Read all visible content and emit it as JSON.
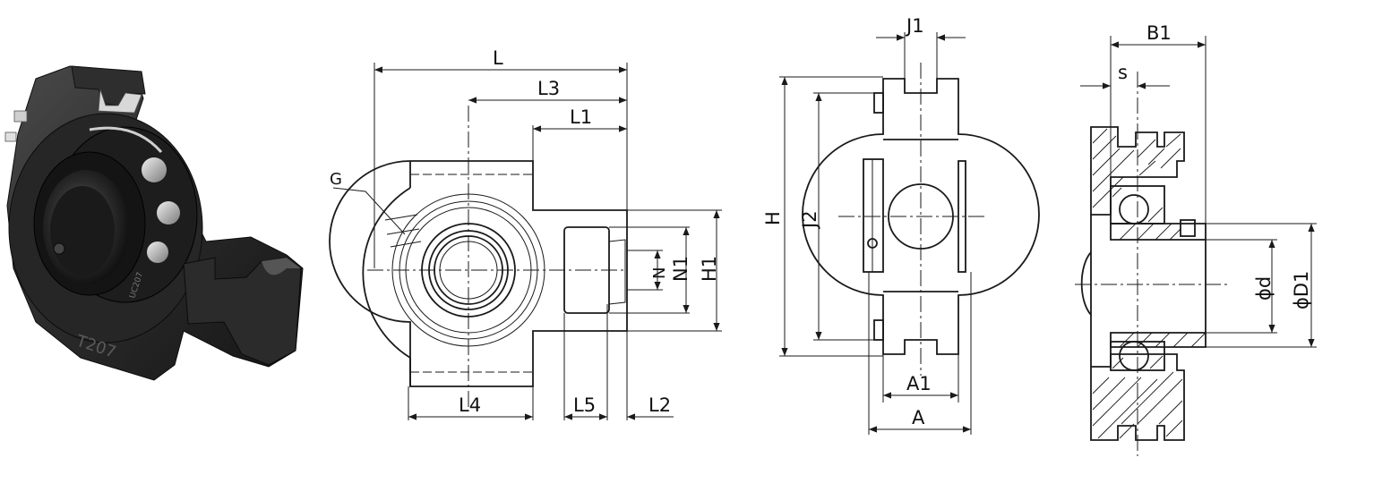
{
  "views": {
    "photo": {
      "housing_marking": "T207",
      "insert_marking": "UC207"
    },
    "front": {
      "L": "L",
      "L1": "L1",
      "L2": "L2",
      "L3": "L3",
      "L4": "L4",
      "L5": "L5",
      "G": "G",
      "N": "N",
      "N1": "N1",
      "H1": "H1"
    },
    "side": {
      "J1": "J1",
      "H": "H",
      "J2": "J2",
      "A1": "A1",
      "A": "A"
    },
    "section": {
      "B1": "B1",
      "s": "s",
      "d": "ϕd",
      "D1": "ϕD1"
    }
  }
}
